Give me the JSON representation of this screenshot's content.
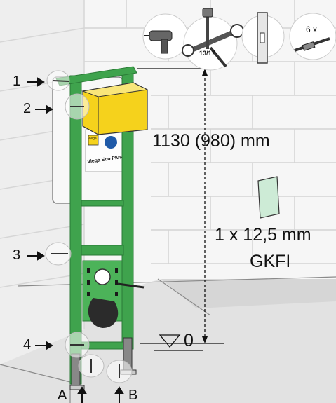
{
  "labels": {
    "point_1": "1",
    "point_2": "2",
    "point_3": "3",
    "point_4": "4",
    "label_a": "A",
    "label_b": "B",
    "height_dimension": "1130 (980) mm",
    "board_spec": "1 x 12,5 mm",
    "board_type": "GKFI",
    "floor_level": "0"
  },
  "tools": {
    "wrench_size": "13/17",
    "anchor_count": "6 x"
  },
  "product": {
    "brand": "Viega",
    "model": "Viega Eco Plus"
  },
  "colors": {
    "frame_green": "#3fa34d",
    "cistern_white": "#f7f7f7",
    "plate_yellow": "#f5d21c",
    "board_mint": "#cdebd6",
    "wall_line": "#cfcfcf",
    "floor_gray": "#dcdcdc"
  },
  "icons": [
    "drill-icon",
    "wrench-icon",
    "spirit-level-icon",
    "anchor-bolt-icon",
    "arrow-right-icon",
    "arrow-up-icon",
    "level-triangle-icon",
    "plasterboard-icon"
  ]
}
